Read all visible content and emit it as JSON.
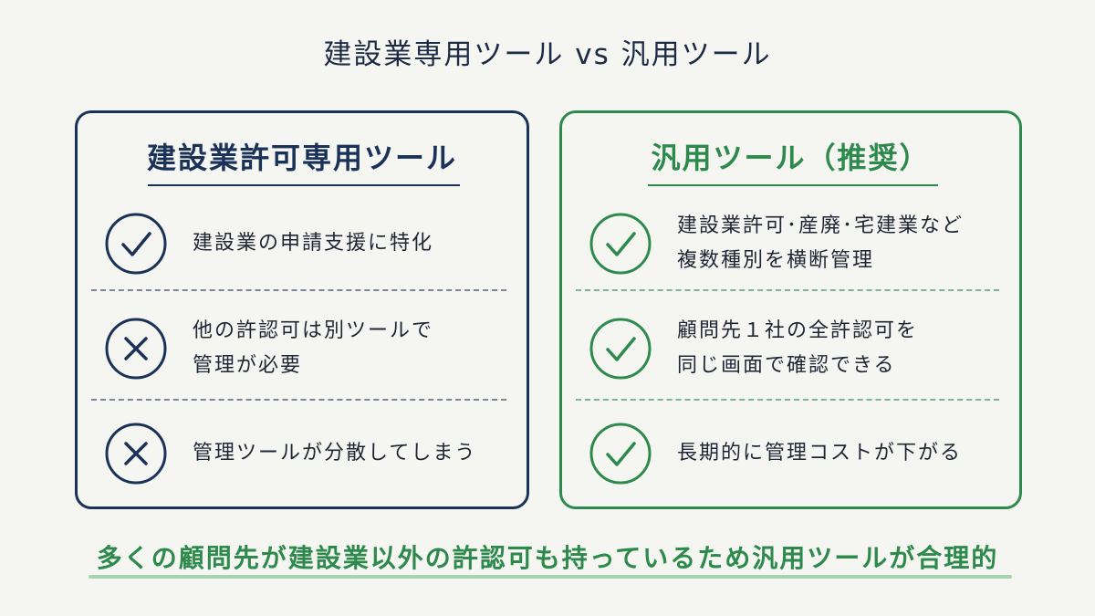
{
  "title": "建設業専用ツール vs 汎用ツール",
  "left_panel": {
    "heading": "建設業許可専用ツール",
    "color": "#1b3258",
    "items": [
      {
        "icon": "check-icon",
        "lines": [
          "建設業の申請支援に特化"
        ]
      },
      {
        "icon": "cross-icon",
        "lines": [
          "他の許認可は別ツールで",
          "管理が必要"
        ]
      },
      {
        "icon": "cross-icon",
        "lines": [
          "管理ツールが分散してしまう"
        ]
      }
    ]
  },
  "right_panel": {
    "heading": "汎用ツール（推奨）",
    "color": "#2e8a4c",
    "items": [
      {
        "icon": "check-icon",
        "lines": [
          "建設業許可･産廃･宅建業など",
          "複数種別を横断管理"
        ]
      },
      {
        "icon": "check-icon",
        "lines": [
          "顧問先１社の全許認可を",
          "同じ画面で確認できる"
        ]
      },
      {
        "icon": "check-icon",
        "lines": [
          "長期的に管理コストが下がる"
        ]
      }
    ]
  },
  "footer": "多くの顧問先が建設業以外の許認可も持っているため汎用ツールが合理的"
}
